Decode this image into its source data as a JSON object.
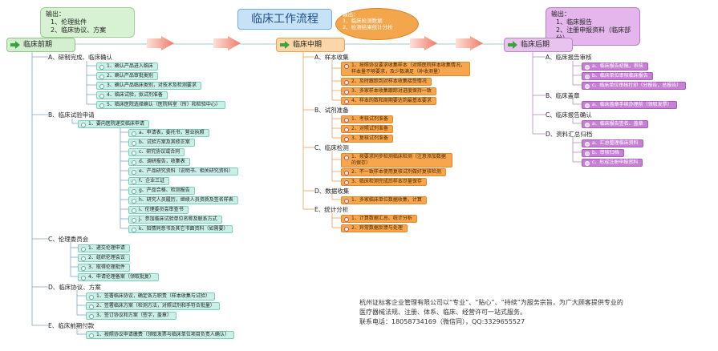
{
  "title": "临床工作流程",
  "callouts": {
    "left": [
      "输出：",
      "1、伦理批件",
      "2、临床协议、方案"
    ],
    "center": [
      "输出：",
      "1、临床检测数据",
      "2、检测结果统计分析"
    ],
    "right": [
      "输出：",
      "1、临床报告",
      "2、注册申报资料（临床部分）"
    ]
  },
  "phases": {
    "early": "临床前期",
    "mid": "临床中期",
    "late": "临床后期"
  },
  "early": {
    "A": {
      "title": "A、研制完成、临床确认",
      "items": [
        "1、确认产品进入临床",
        "2、确认产品审批类别",
        "3、确认产品临床类别，对技术及检测要求",
        "4、临床试验，拟试剂准备",
        "5、临床医院选择确认（医院科室（所）和检验中心）"
      ]
    },
    "B": {
      "title": "B、临床试验申请",
      "sub": "1、要向医院递交临床申请",
      "items": [
        "a、申请表，委托书，营业执照",
        "b、试验方案及其修正案",
        "c、研究协议或合同",
        "d、调研报告，收集表",
        "e、产品研究资料（说明书、相关研究资料）",
        "f、企业三证",
        "g、产品合格、检测报告",
        "h、研究人员履历，继续人员资质及签名样表",
        "i、伦理委员会审查书",
        "j、参加临床试验单位名称及联系方式",
        "k、知情同意书及其它书面资料（如需要）"
      ]
    },
    "C": {
      "title": "C、伦理委员会",
      "items": [
        "1、递交伦理申请",
        "2、组织伦理会议",
        "3、取得伦理批件",
        "4、申请伦理备案（领取批复）"
      ]
    },
    "D": {
      "title": "D、临床协议、方案",
      "items": [
        "1、签署临床协议，确定各方职责（样本收集与试验）",
        "2、签署临床方案（检测方法，对照试剂和手符合批量）",
        "3、签订协议和方案（签字，盖章）"
      ]
    },
    "E": {
      "title": "E、临床前期付款",
      "items": [
        "1、按照协议申请缴费（领取发票与临床单位项目负责人确认）"
      ]
    }
  },
  "mid": {
    "A": {
      "title": "A、样本收集",
      "items": [
        "1、按照协议要求收集样本（对照医院样本收集情况，样本量不够要求，及少数满足（补收测量）",
        "2、及时跟踪到对样本收集接受情况",
        "3、多家样本收集跟踪对进度保持一致",
        "4、样本的数和周期要达到最基本要求"
      ]
    },
    "B": {
      "title": "B、试剂准备",
      "items": [
        "1、考核试剂准备",
        "2、对照试剂准备",
        "3、复核试剂准备"
      ]
    },
    "C": {
      "title": "C、临床检测",
      "items": [
        "1、按要求同步检测临床检测（注意添加数据的保存）",
        "2、不一致样本使用复核试剂做好复核检测",
        "3、临床检测完成后样本尽量保存"
      ]
    },
    "D": {
      "title": "D、数据收集",
      "items": [
        "1、多家临床单位数据收集，计算"
      ]
    },
    "E": {
      "title": "E、统计分析",
      "items": [
        "1、计算数据汇总、统计分析",
        "2、异常数据反馈与处理"
      ]
    }
  },
  "late": {
    "A": {
      "title": "A、临床报告审核",
      "items": [
        "a、临床报告初稿，审核",
        "b、临床单位审核临床报告",
        "c、临床单位审核打印（分报告，总报告）"
      ]
    },
    "B": {
      "title": "B、临床盖章",
      "items": [
        "a、临床盖章手续办理前（领取发票）"
      ]
    },
    "C": {
      "title": "C、临床报告确认",
      "items": [
        "a、临床报告签名、盖章"
      ]
    },
    "D": {
      "title": "D、资料汇总归档",
      "items": [
        "a、汇总整理临床资料",
        "b、审核归档",
        "c、形成注册申报资料"
      ]
    }
  },
  "footer": [
    "杭州证标客企业管理有限公司以“专业”、“贴心”、“持续”为服务宗旨，为广大顾客提供专业的",
    "医疗器械法规、注册、体系、临床、经营许可一站式服务。",
    "联系电话：18058734169（微信同），QQ:3329655527"
  ],
  "colors": {
    "teal_item": "#c9efe7",
    "orange_item": "#f7a64d",
    "purple_item": "#c781d4",
    "green_phase": "#d4efd0",
    "title_blue": "#c6e2f7"
  }
}
